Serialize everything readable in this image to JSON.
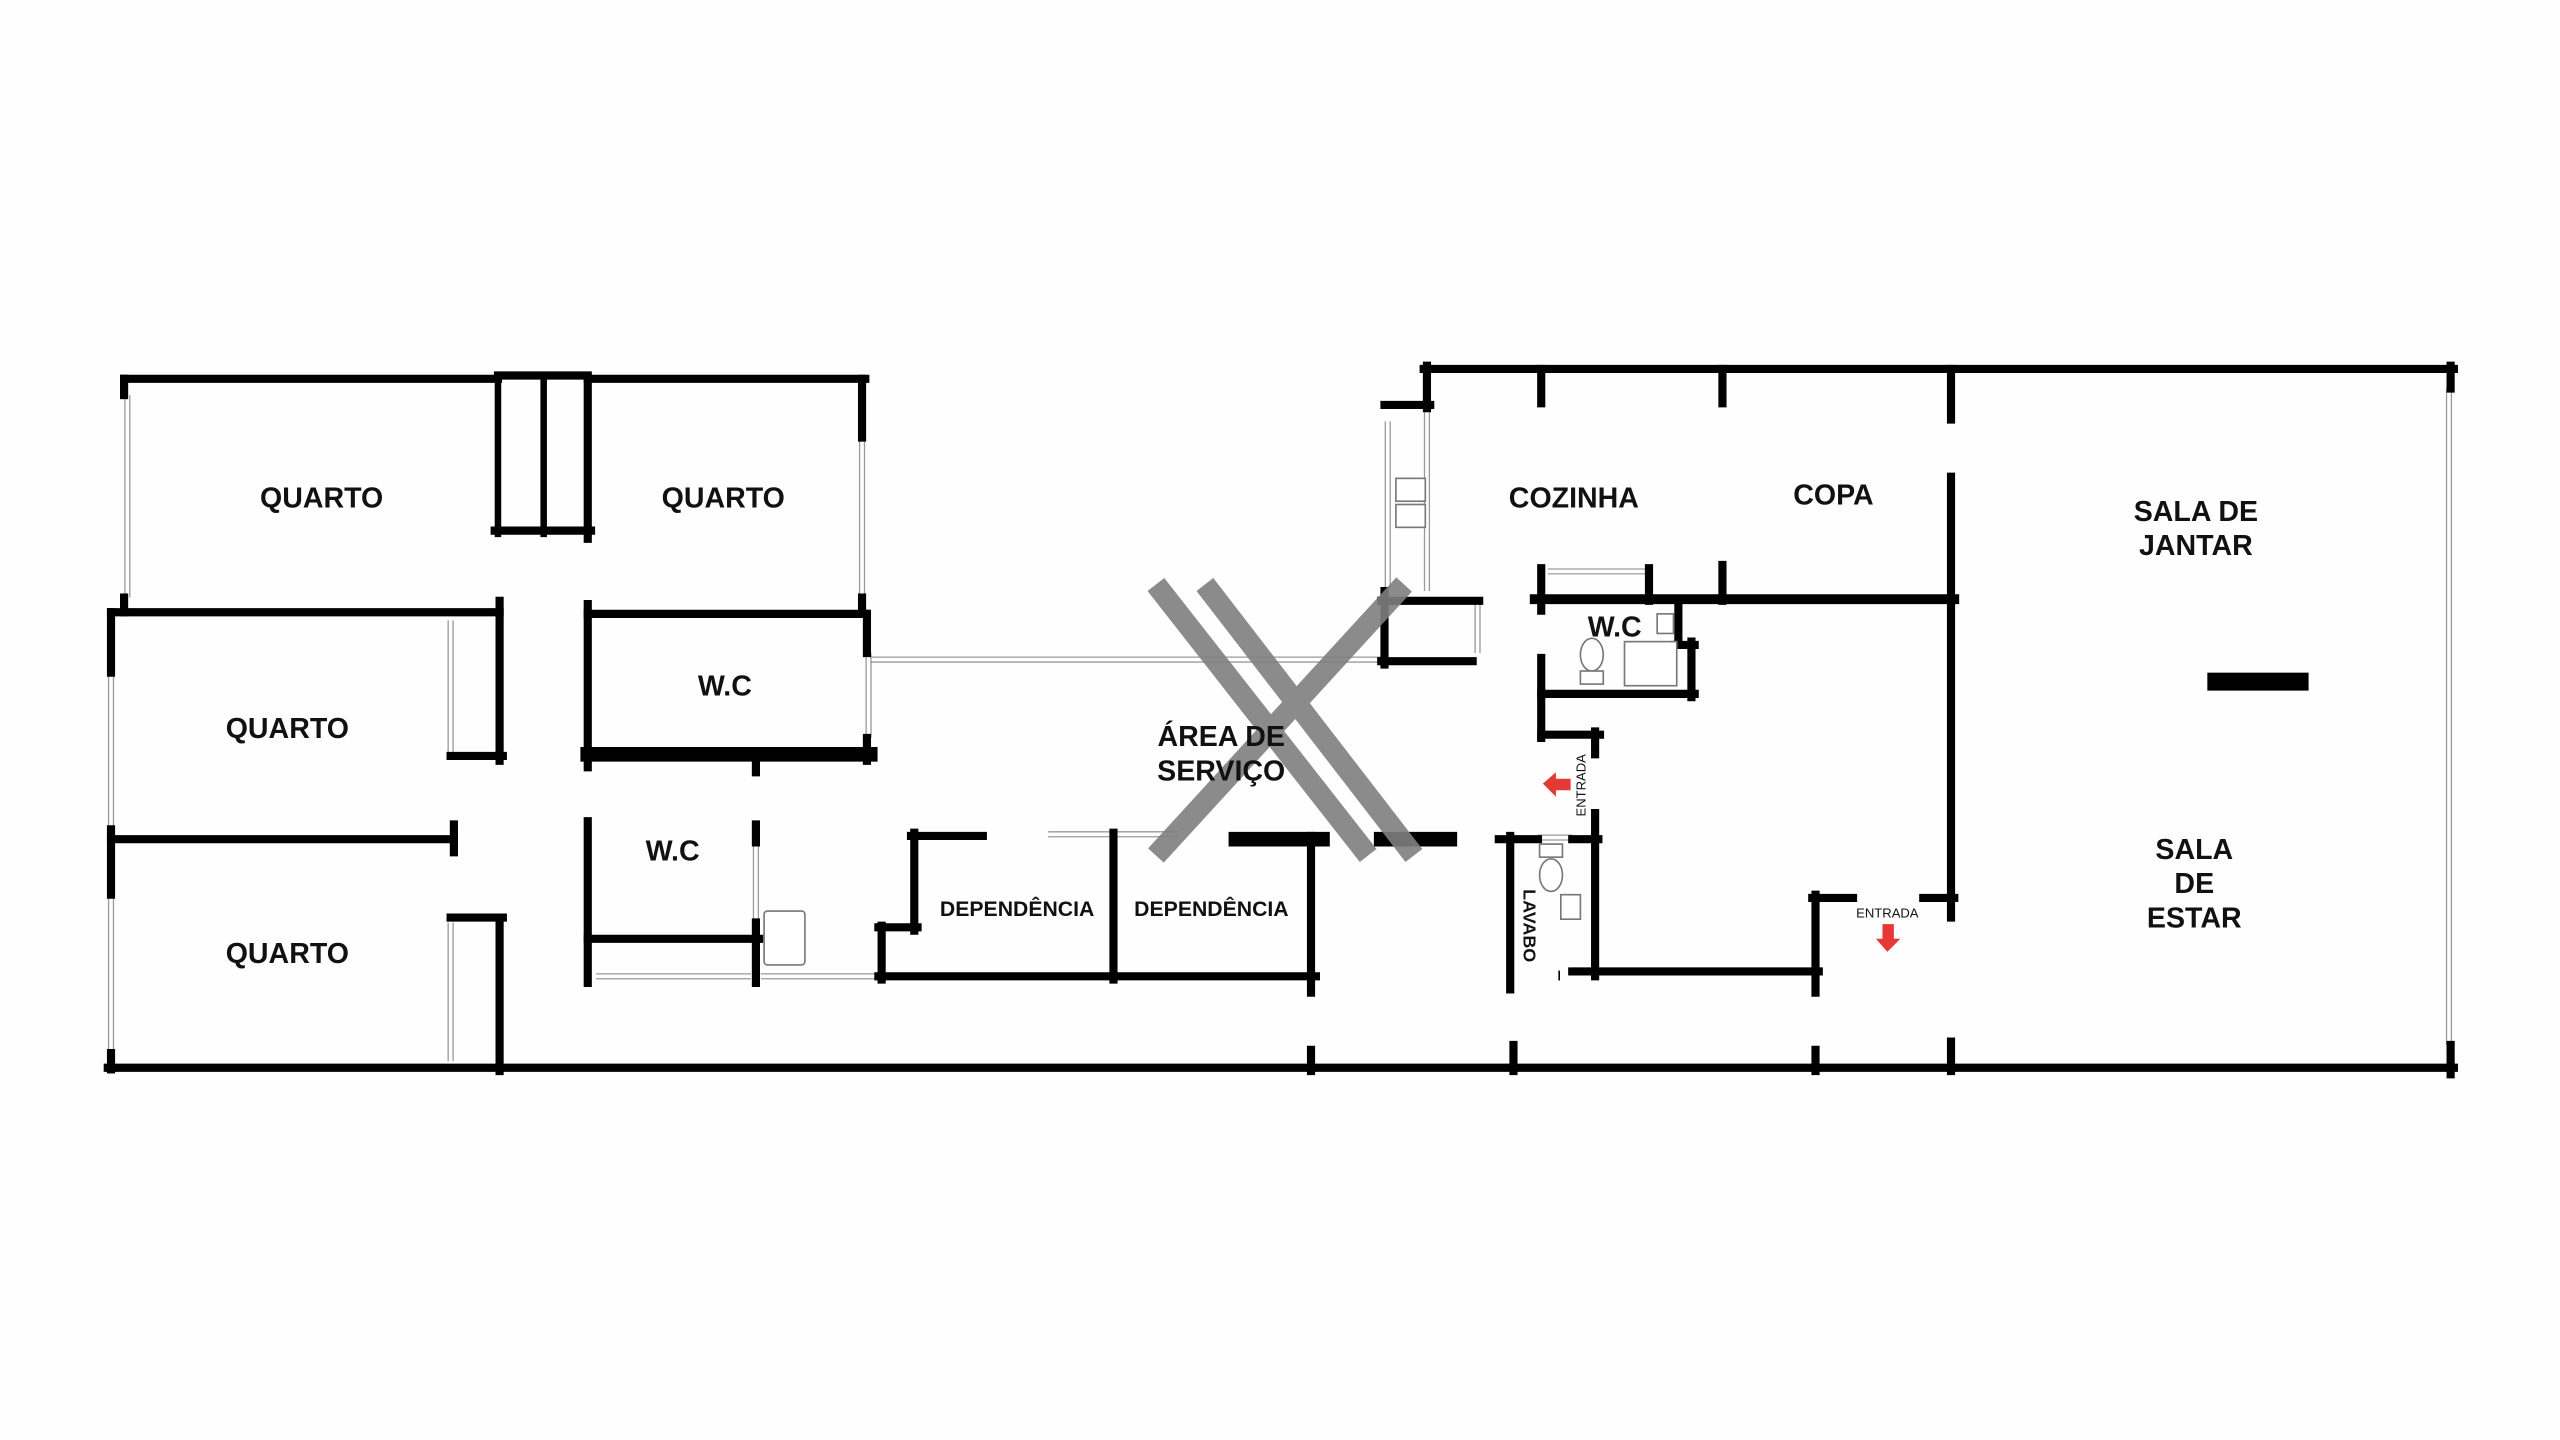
{
  "plan": {
    "rooms": {
      "quarto_1": "QUARTO",
      "quarto_2": "QUARTO",
      "quarto_3": "QUARTO",
      "quarto_4": "QUARTO",
      "wc_1": "W.C",
      "wc_2": "W.C",
      "wc_3": "W.C",
      "area_servico_1": "ÁREA DE",
      "area_servico_2": "SERVIÇO",
      "dependencia_1": "DEPENDÊNCIA",
      "dependencia_2": "DEPENDÊNCIA",
      "cozinha": "COZINHA",
      "copa": "COPA",
      "sala_jantar_1": "SALA DE",
      "sala_jantar_2": "JANTAR",
      "sala_estar_1": "SALA",
      "sala_estar_2": "DE",
      "sala_estar_3": "ESTAR",
      "lavabo": "LAVABO"
    },
    "entrances": {
      "side": "ENTRADA",
      "main": "ENTRADA"
    },
    "colors": {
      "wall": "#000000",
      "window": "#9a9a9a",
      "arrow": "#e53935",
      "watermark": "#7f7f7f"
    }
  }
}
